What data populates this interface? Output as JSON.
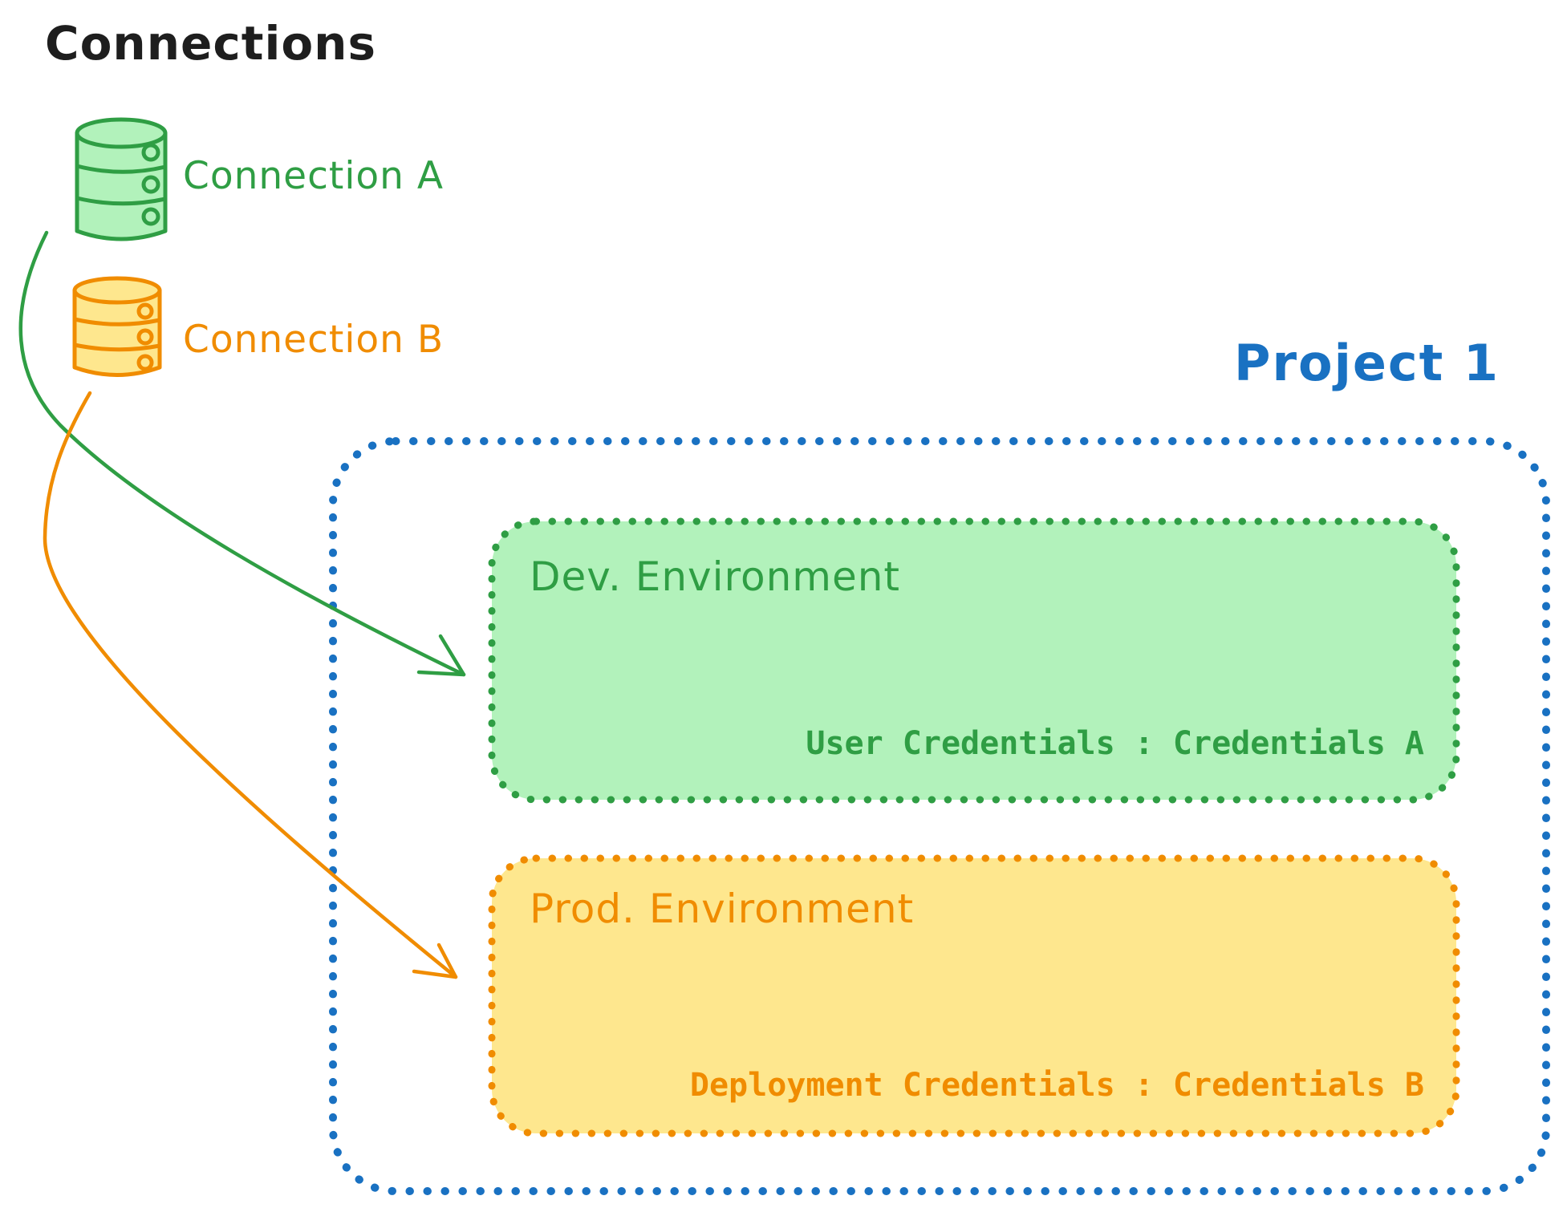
{
  "title": "Connections",
  "colors": {
    "text": "#1e1e1e",
    "green": "#2f9e44",
    "green_fill": "#b2f2bb",
    "orange": "#f08c00",
    "orange_fill": "#fee78e",
    "blue": "#1971c2"
  },
  "connections": [
    {
      "label": "Connection A",
      "icon": "database-icon",
      "color": "#2f9e44"
    },
    {
      "label": "Connection B",
      "icon": "database-icon",
      "color": "#f08c00"
    }
  ],
  "project": {
    "label": "Project 1",
    "environments": [
      {
        "name": "Dev. Environment",
        "credentials": "User Credentials : Credentials A"
      },
      {
        "name": "Prod. Environment",
        "credentials": "Deployment Credentials : Credentials B"
      }
    ]
  },
  "arrows": [
    {
      "from": "Connection A",
      "to": "Dev. Environment"
    },
    {
      "from": "Connection B",
      "to": "Prod. Environment"
    }
  ]
}
